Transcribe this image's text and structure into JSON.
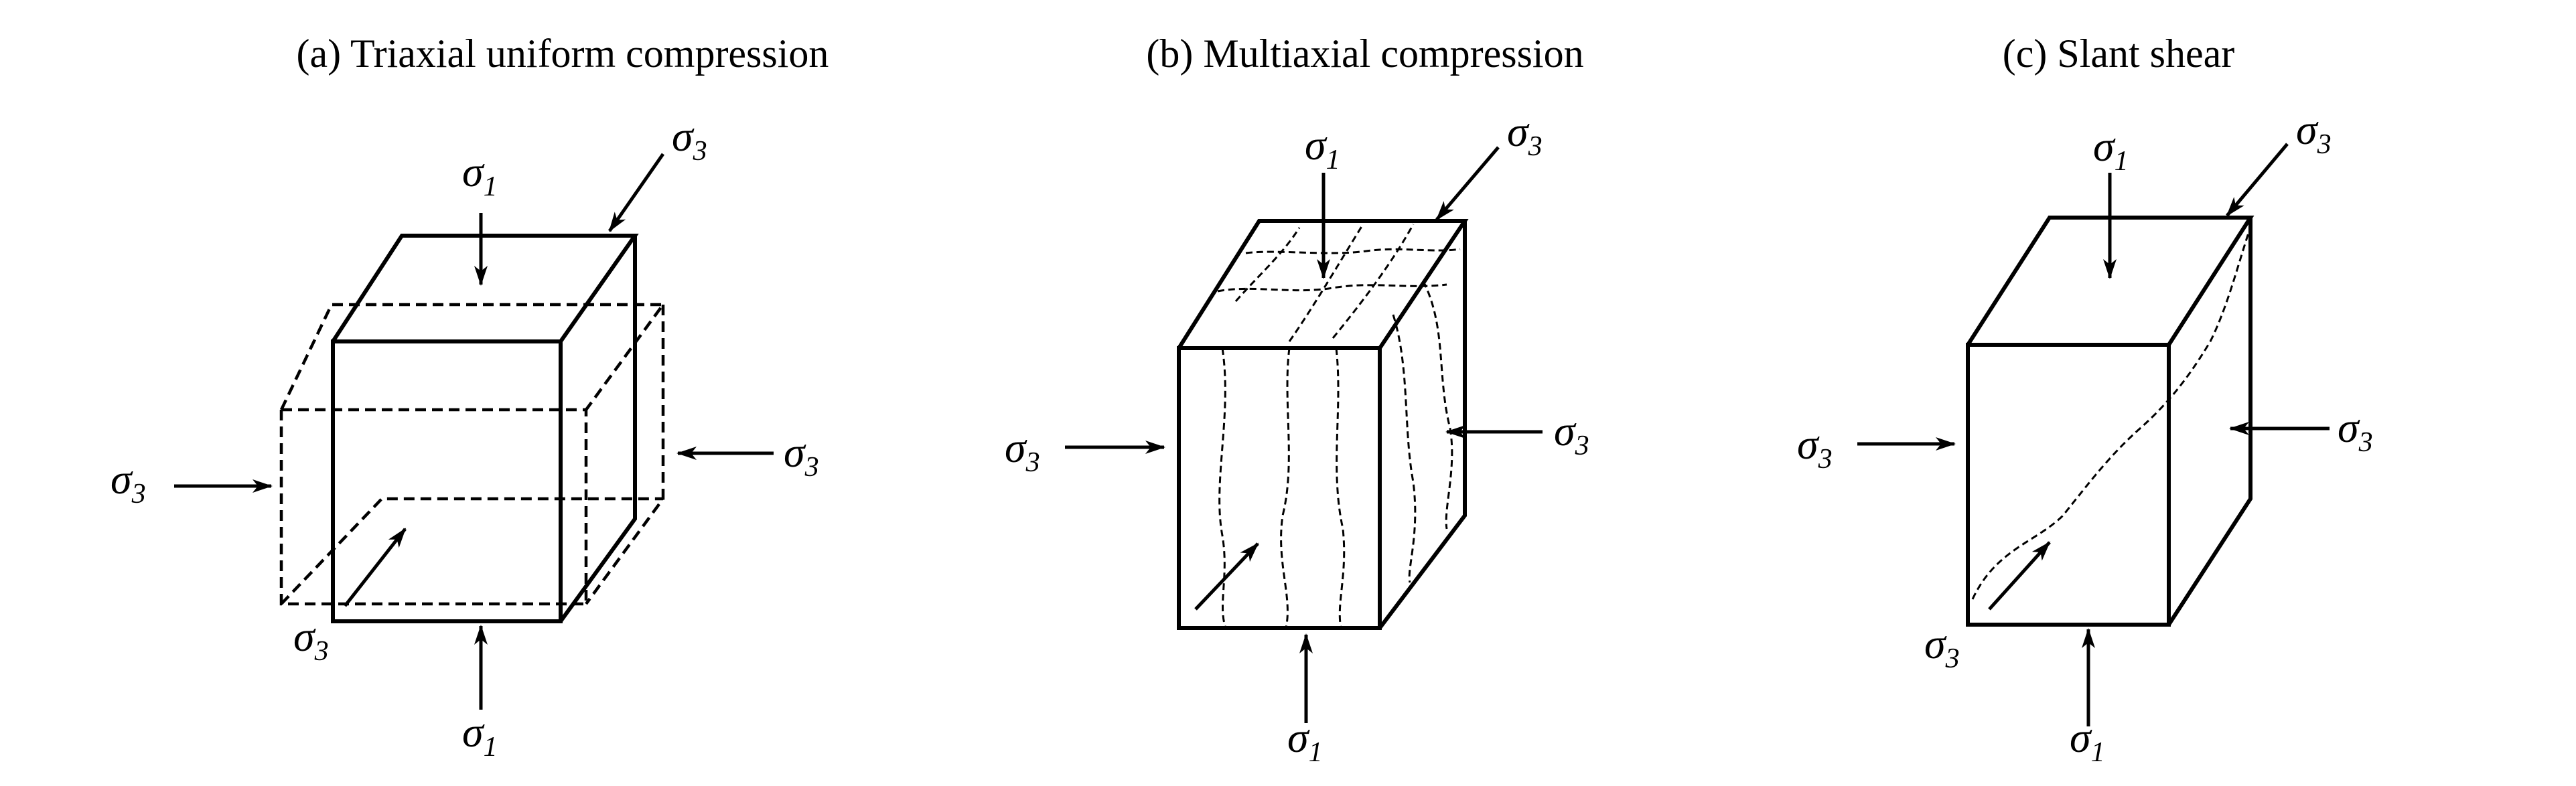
{
  "panels": [
    {
      "id": "a",
      "title": "(a)  Triaxial uniform compression"
    },
    {
      "id": "b",
      "title": "(b) Multiaxial compression"
    },
    {
      "id": "c",
      "title": "(c) Slant shear"
    }
  ],
  "symbols": {
    "sigma": "σ",
    "sub1": "1",
    "sub3": "3"
  }
}
